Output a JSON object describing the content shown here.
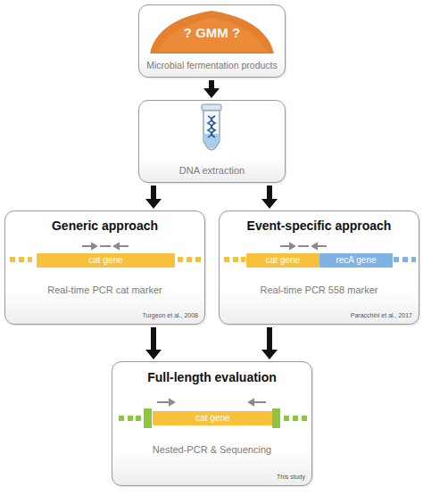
{
  "diagram": {
    "nodes": [
      {
        "text": [
          "? GMM ?",
          "Microbial fermentation products"
        ]
      },
      {
        "text": [
          "DNA extraction"
        ]
      },
      {
        "text": [
          "Generic approach",
          "Real-time PCR cat marker",
          "Turgeon et al., 2008"
        ]
      },
      {
        "text": [
          "cat gene"
        ],
        "in": 2
      },
      {
        "text": [
          "Event-specific approach",
          "Real-time PCR 558 marker",
          "Paracchini et al., 2017"
        ]
      },
      {
        "text": [
          "cat gene"
        ],
        "in": 4
      },
      {
        "text": [
          "recA gene"
        ],
        "in": 4
      },
      {
        "text": [
          "Full-length evaluation",
          "Nested-PCR & Sequencing",
          "This study"
        ]
      },
      {
        "text": [
          "cat gene"
        ],
        "in": 7
      }
    ],
    "edges": [
      {
        "from": 0,
        "to": 1,
        "arrow": "to"
      },
      {
        "from": 1,
        "to": 2,
        "arrow": "to"
      },
      {
        "from": 1,
        "to": 4,
        "arrow": "to"
      },
      {
        "from": 2,
        "to": 7,
        "arrow": "to"
      },
      {
        "from": 4,
        "to": 7,
        "arrow": "to"
      }
    ]
  }
}
